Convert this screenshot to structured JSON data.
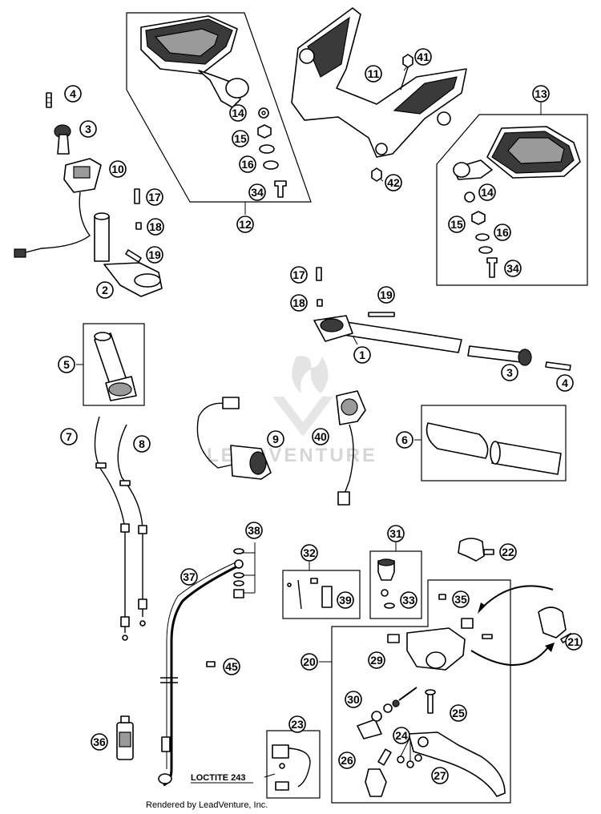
{
  "diagram": {
    "callouts": [
      "1",
      "2",
      "3",
      "4",
      "5",
      "6",
      "7",
      "8",
      "9",
      "10",
      "11",
      "12",
      "13",
      "14",
      "15",
      "16",
      "17",
      "18",
      "19",
      "20",
      "21",
      "22",
      "23",
      "24",
      "25",
      "26",
      "27",
      "29",
      "30",
      "31",
      "32",
      "33",
      "34",
      "35",
      "36",
      "37",
      "38",
      "39",
      "40",
      "41",
      "42",
      "45"
    ],
    "annotation": "LOCTITE 243",
    "watermark": "LEADVENTURE",
    "credit": "Rendered by LeadVenture, Inc."
  }
}
